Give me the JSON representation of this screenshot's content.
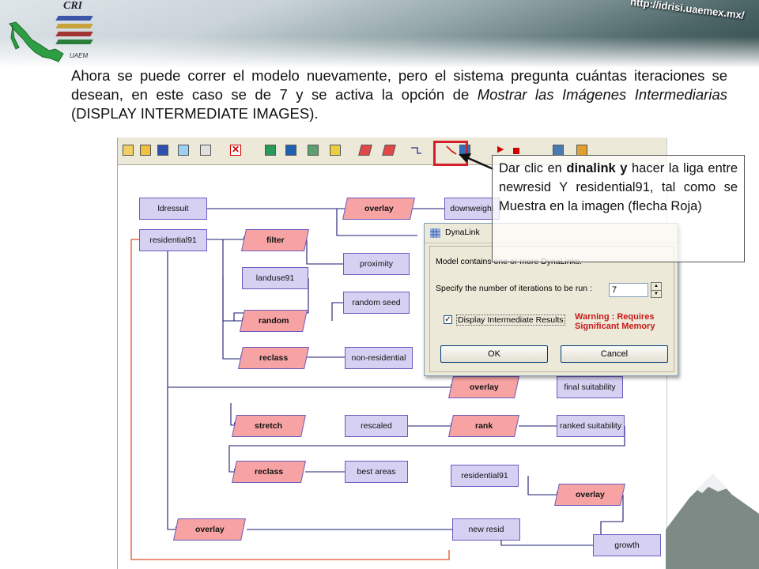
{
  "header": {
    "url": "http://idrisi.uaemex.mx/",
    "logo_text_cri": "CRI",
    "logo_text_uaem": "UAEM"
  },
  "intro": {
    "line1": "Ahora se puede correr el modelo nuevamente, pero el sistema pregunta cuántas iteraciones se desean, en este caso se de 7 y se activa la opción de ",
    "italic": "Mostrar las Imágenes Intermediarias",
    "tail": " (DISPLAY INTERMEDIATE IMAGES)."
  },
  "model": {
    "ldressuit": "ldressuit",
    "residential91": "residential91",
    "overlay1": "overlay",
    "downweight": "downweight",
    "filter": "filter",
    "proximity": "proximity",
    "landuse91": "landuse91",
    "random_seed": "random seed",
    "random": "random",
    "reclass1": "reclass",
    "non_residential": "non-residential",
    "overlay2": "overlay",
    "final_suitability": "final suitability",
    "stretch": "stretch",
    "rescaled": "rescaled",
    "rank": "rank",
    "ranked_suitability": "ranked suitability",
    "reclass2": "reclass",
    "best_areas": "best areas",
    "residential91b": "residential91",
    "overlay3": "overlay",
    "overlay4": "overlay",
    "new_resid": "new resid",
    "growth": "growth"
  },
  "dialog": {
    "title": "DynaLink",
    "message": "Model contains one or more DynaLinks.",
    "prompt": "Specify the number of iterations to be run :",
    "iterations": "7",
    "checkbox_label": "Display Intermediate Results",
    "checkbox_mark": "✓",
    "warning_line1": "Warning : Requires",
    "warning_line2": "Significant Memory",
    "ok": "OK",
    "cancel": "Cancel"
  },
  "callout": {
    "part1": "Dar clic en ",
    "bold": "dinalink y",
    "part2": " hacer la liga entre newresid Y residential91, tal como se Muestra en la imagen (flecha Roja)"
  },
  "colors": {
    "highlight": "#d4202a",
    "module": "#f7a3a3",
    "image": "#d6d0f2",
    "link": "#1a1a70",
    "dynalink": "#e0502a"
  }
}
